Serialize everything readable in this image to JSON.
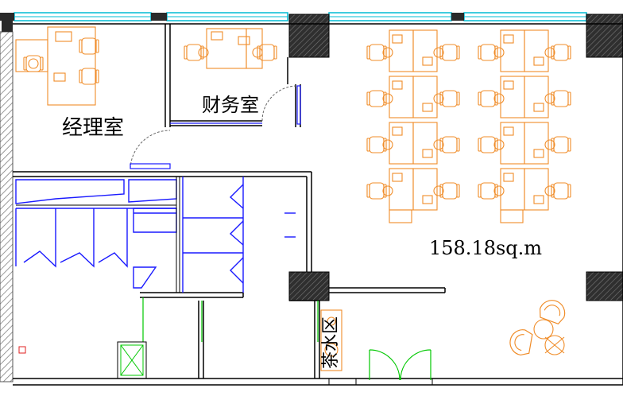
{
  "labels": {
    "manager_office": "经理室",
    "finance_room": "财务室",
    "area": "158.18sq.m",
    "tea_area": "茶水区"
  },
  "colors": {
    "wall": "#000000",
    "window": "#00bcd4",
    "furniture": "#f08c28",
    "partition": "#1a1aff",
    "door": "#00c800",
    "column_fill": "#3a3a3a",
    "hatch": "#888888"
  },
  "workstations": {
    "rows": 4,
    "clusters": 2,
    "desks_per_cluster_row": 2
  }
}
